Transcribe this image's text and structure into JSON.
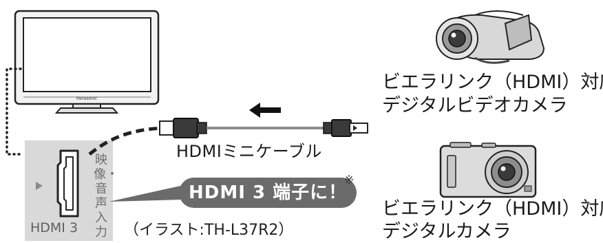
{
  "tv": {
    "brand": "Panasonic"
  },
  "port_panel": {
    "vertical_label": "映像・音声入力",
    "port_label": "HDMI 3"
  },
  "cable": {
    "label": "HDMIミニケーブル"
  },
  "callout": {
    "text": "HDMI 3 端子に！",
    "note_mark": "※"
  },
  "illustration_note": "（イラスト:TH-L37R2）",
  "devices": {
    "camcorder": {
      "line1": "ビエラリンク（HDMI）対応",
      "line2": "デジタルビデオカメラ"
    },
    "camera": {
      "line1": "ビエラリンク（HDMI）対応",
      "line2": "デジタルカメラ"
    }
  },
  "colors": {
    "outline": "#222222",
    "panel_gray": "#d9d9d9",
    "callout_gray": "#6b6b6b",
    "cable_gray": "#8c8c8c"
  },
  "icons": {
    "arrow": "arrow-left-icon",
    "port": "hdmi-port-icon"
  }
}
